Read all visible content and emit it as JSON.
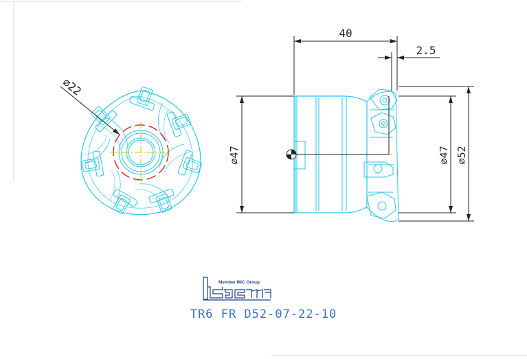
{
  "dimensions": {
    "bore": "⌀22",
    "length": "40",
    "offset": "2.5",
    "body_dia_left": "⌀47",
    "body_dia_right": "⌀47",
    "cut_dia": "⌀52"
  },
  "logo": {
    "tagline": "Member IMC Group",
    "icon": "iscar-logo"
  },
  "model": "TR6 FR D52-07-22-10",
  "colors": {
    "outline": "#27c6e6",
    "centerline": "#c8c800",
    "hidden": "#e02020",
    "dim": "#222222",
    "brand": "#1f3f8a",
    "model_text": "#3c6ec0"
  }
}
